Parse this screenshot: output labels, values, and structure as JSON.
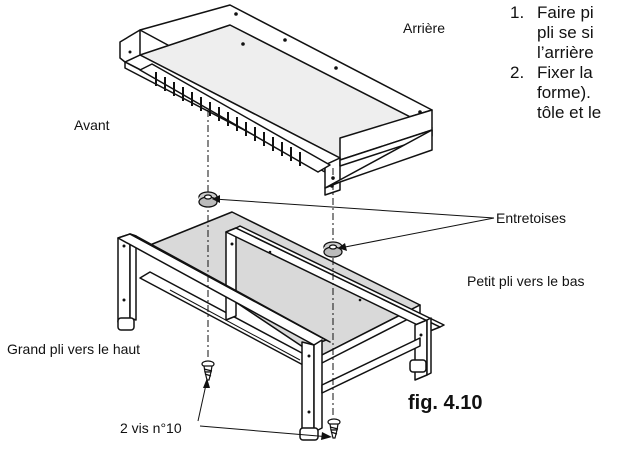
{
  "labels": {
    "rear": "Arrière",
    "front": "Avant",
    "spacers": "Entretoises",
    "small_fold": "Petit pli vers le bas",
    "large_fold": "Grand pli vers le haut",
    "screws": "2 vis n°10",
    "figure": "fig. 4.10"
  },
  "steps": [
    {
      "number": "1.",
      "lines": [
        "Faire pi",
        "pli se si",
        "l’arrière"
      ]
    },
    {
      "number": "2.",
      "lines": [
        "Fixer la",
        "forme).",
        "tôle et le"
      ]
    }
  ],
  "colors": {
    "line": "#111111",
    "shelf": "#d9d9d9",
    "white": "#ffffff"
  }
}
